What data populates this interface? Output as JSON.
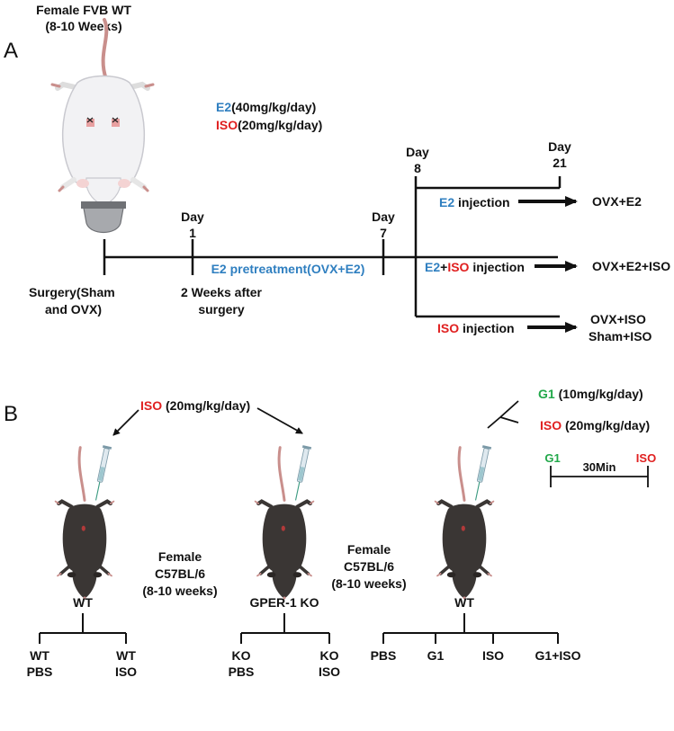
{
  "colors": {
    "e2": "#2f7fc0",
    "iso": "#e02020",
    "g1": "#22a84a",
    "line": "#111111",
    "white_mouse": "#f2f2f4",
    "dark_mouse": "#3a3634",
    "tail": "#c98f8c"
  },
  "panel_a": {
    "label": "A",
    "mouse_title_1": "Female FVB WT",
    "mouse_title_2": "(8-10 Weeks)",
    "dose_e2": "E2",
    "dose_e2_rest": "(40mg/kg/day)",
    "dose_iso": "ISO",
    "dose_iso_rest": "(20mg/kg/day)",
    "surgery_1": "Surgery(Sham",
    "surgery_2": "and OVX)",
    "day_word": "Day",
    "day1": "1",
    "day7": "7",
    "day8": "8",
    "day21": "21",
    "after_1": "2 Weeks after",
    "after_2": "surgery",
    "pretreatment": "E2 pretreatment(OVX+E2)",
    "branch1_e2": "E2",
    "branch1_rest": " injection",
    "branch2_e2": "E2",
    "branch2_plus": "+",
    "branch2_iso": "ISO",
    "branch2_rest": " injection",
    "branch3_iso": "ISO",
    "branch3_rest": " injection",
    "out1": "OVX+E2",
    "out2": "OVX+E2+ISO",
    "out3a": "OVX+ISO",
    "out3b": "Sham+ISO"
  },
  "panel_b": {
    "label": "B",
    "iso_word": "ISO",
    "iso_dose": " (20mg/kg/day)",
    "female_1": "Female",
    "strain": "C57BL/6",
    "age": "(8-10 weeks)",
    "g1_word": "G1",
    "g1_dose": " (10mg/kg/day)",
    "iso2_word": "ISO",
    "iso2_dose": " (20mg/kg/day)",
    "tl_g1": "G1",
    "tl_iso": "ISO",
    "tl_time": "30Min",
    "m1": "WT",
    "m2": "GPER-1 KO",
    "m3": "WT",
    "g_wt_pbs_1": "WT",
    "g_wt_pbs_2": "PBS",
    "g_wt_iso_1": "WT",
    "g_wt_iso_2": "ISO",
    "g_ko_pbs_1": "KO",
    "g_ko_pbs_2": "PBS",
    "g_ko_iso_1": "KO",
    "g_ko_iso_2": "ISO",
    "g3_pbs": "PBS",
    "g3_g1": "G1",
    "g3_iso": "ISO",
    "g3_g1iso": "G1+ISO"
  }
}
